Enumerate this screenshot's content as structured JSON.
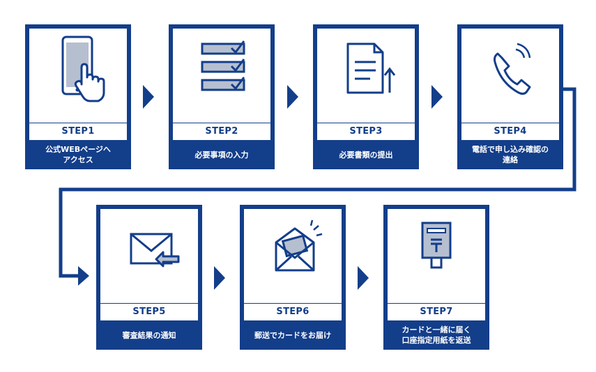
{
  "steps": [
    {
      "label": "STEP1",
      "text": "公式WEBページへ\nアクセス",
      "icon": "smartphone-tap-icon"
    },
    {
      "label": "STEP2",
      "text": "必要事項の入力",
      "icon": "checklist-icon"
    },
    {
      "label": "STEP3",
      "text": "必要書類の提出",
      "icon": "document-upload-icon"
    },
    {
      "label": "STEP4",
      "text": "電話で申し込み確認の\n連絡",
      "icon": "phone-call-icon"
    },
    {
      "label": "STEP5",
      "text": "審査結果の通知",
      "icon": "mail-arrow-icon"
    },
    {
      "label": "STEP6",
      "text": "郵送でカードをお届け",
      "icon": "envelope-card-icon"
    },
    {
      "label": "STEP7",
      "text": "カードと一緒に届く\n口座指定用紙を返送",
      "icon": "post-box-icon"
    }
  ],
  "colors": {
    "primary": "#133e8a",
    "background": "#ffffff"
  }
}
